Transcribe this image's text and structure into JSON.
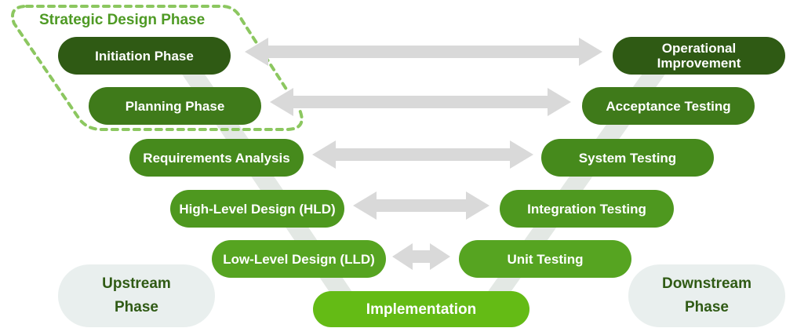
{
  "strategic_label": "Strategic Design Phase",
  "left_phases": [
    {
      "label": "Initiation Phase"
    },
    {
      "label": "Planning Phase"
    },
    {
      "label": "Requirements Analysis"
    },
    {
      "label": "High-Level Design (HLD)"
    },
    {
      "label": "Low-Level Design (LLD)"
    }
  ],
  "right_phases": [
    {
      "label_line1": "Operational",
      "label_line2": "Improvement"
    },
    {
      "label": "Acceptance Testing"
    },
    {
      "label": "System Testing"
    },
    {
      "label": "Integration Testing"
    },
    {
      "label": "Unit Testing"
    }
  ],
  "bottom": {
    "label": "Implementation"
  },
  "upstream": {
    "line1": "Upstream",
    "line2": "Phase"
  },
  "downstream": {
    "line1": "Downstream",
    "line2": "Phase"
  },
  "colors": {
    "dark_green": "#2f5a14",
    "bright_green": "#64bb15",
    "dashed_outline": "#8cc760",
    "arrow_gray": "#d9d9d9",
    "phase_bg": "#e9efee"
  }
}
